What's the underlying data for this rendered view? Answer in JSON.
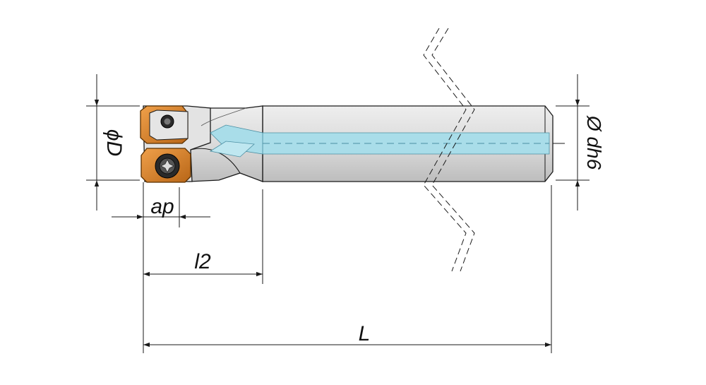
{
  "labels": {
    "diameter_d": "ϕD",
    "ap": "ap",
    "l2": "l2",
    "L": "L",
    "shank_diameter": "Ø dh6"
  },
  "colors": {
    "line": "#1a1a1a",
    "body_fill": "#d7d7d7",
    "body_light": "#eeeeee",
    "coolant": "#a9dde9",
    "insert_fill": "#d9822b",
    "insert_dark": "#9a5212",
    "screw_fill": "#2a2a2a"
  },
  "icons": {
    "insert_top": "cutting-insert-icon",
    "insert_bottom": "cutting-insert-icon",
    "screw": "torx-screw-icon"
  }
}
